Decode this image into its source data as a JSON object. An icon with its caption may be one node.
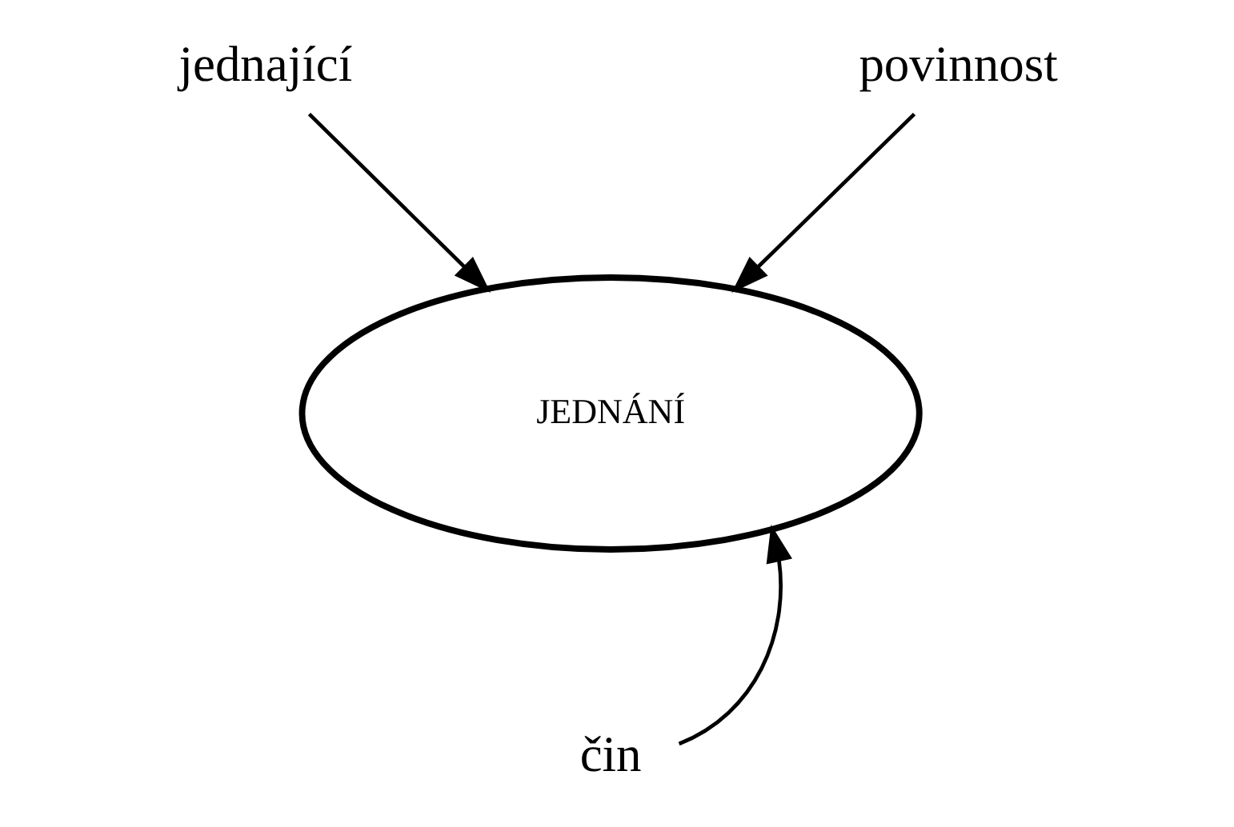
{
  "diagram": {
    "nodes": [
      {
        "text": [
          "jednající"
        ]
      },
      {
        "text": [
          "povinnost"
        ]
      },
      {
        "text": [
          "JEDNÁNÍ"
        ]
      },
      {
        "text": [
          "čin"
        ]
      }
    ],
    "edges": [
      {
        "from": 0,
        "to": 2,
        "arrow": "to"
      },
      {
        "from": 1,
        "to": 2,
        "arrow": "to"
      },
      {
        "from": 3,
        "to": 2,
        "arrow": "to"
      }
    ]
  }
}
